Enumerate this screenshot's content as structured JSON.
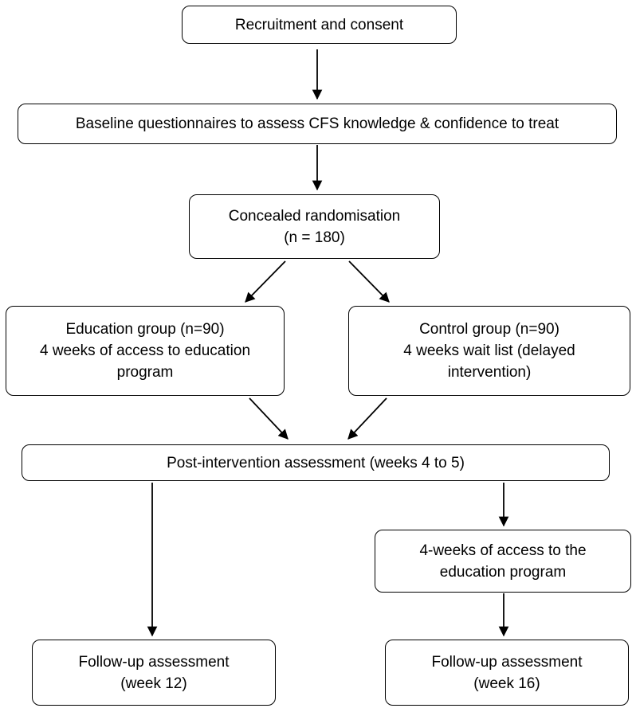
{
  "nodes": {
    "recruitment": {
      "lines": [
        "Recruitment and consent"
      ]
    },
    "baseline": {
      "lines": [
        "Baseline questionnaires to assess CFS knowledge & confidence to treat"
      ]
    },
    "randomisation": {
      "lines": [
        "Concealed randomisation",
        "(n = 180)"
      ]
    },
    "education_group": {
      "lines": [
        "Education group (n=90)",
        "4 weeks of access to education",
        "program"
      ]
    },
    "control_group": {
      "lines": [
        "Control group (n=90)",
        "4 weeks wait list (delayed",
        "intervention)"
      ]
    },
    "post_intervention": {
      "lines": [
        "Post-intervention assessment (weeks 4 to 5)"
      ]
    },
    "delayed_access": {
      "lines": [
        "4-weeks of access to the",
        "education program"
      ]
    },
    "followup_12": {
      "lines": [
        "Follow-up assessment",
        "(week 12)"
      ]
    },
    "followup_16": {
      "lines": [
        "Follow-up assessment",
        "(week 16)"
      ]
    }
  },
  "edges": [
    [
      "recruitment",
      "baseline"
    ],
    [
      "baseline",
      "randomisation"
    ],
    [
      "randomisation",
      "education_group"
    ],
    [
      "randomisation",
      "control_group"
    ],
    [
      "education_group",
      "post_intervention"
    ],
    [
      "control_group",
      "post_intervention"
    ],
    [
      "post_intervention",
      "followup_12"
    ],
    [
      "post_intervention",
      "delayed_access"
    ],
    [
      "delayed_access",
      "followup_16"
    ]
  ]
}
